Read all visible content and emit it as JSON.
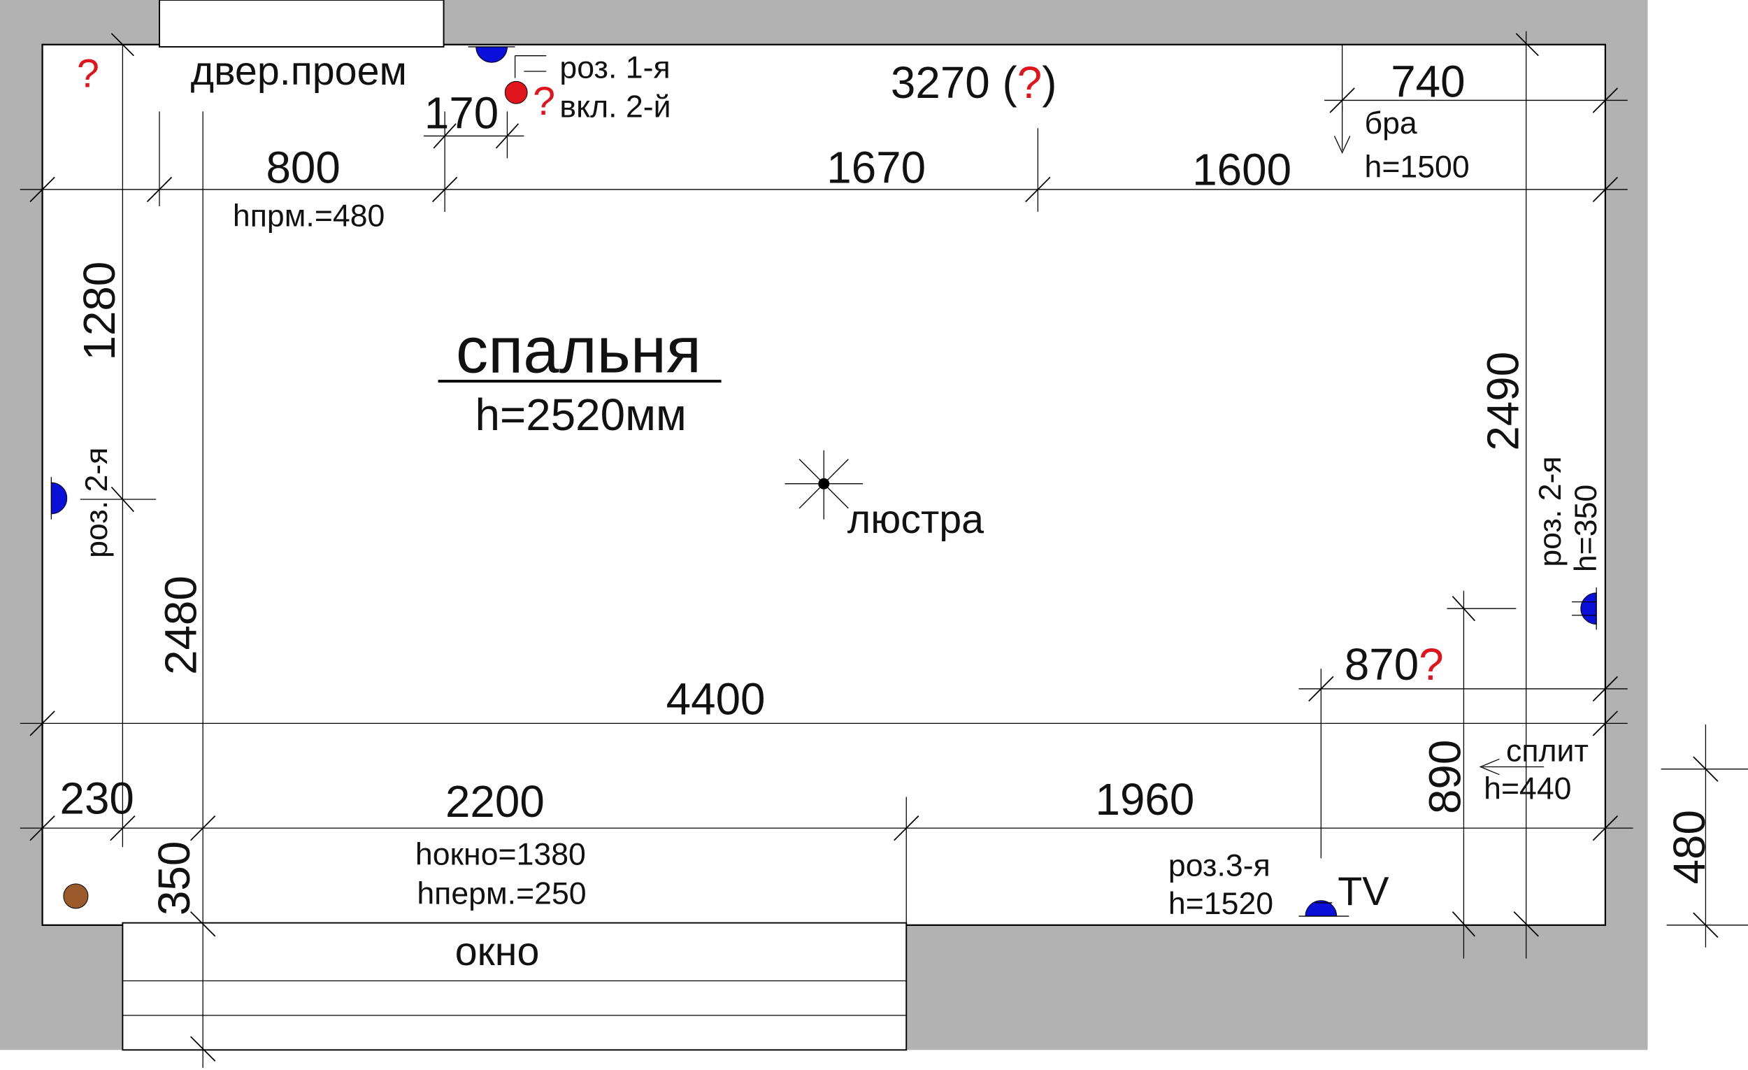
{
  "room": {
    "name": "спальня",
    "height": "h=2520мм"
  },
  "doorway": {
    "label": "двер.проем",
    "height": "hпрм.=480",
    "question_mark": "?"
  },
  "top_fixtures": {
    "socket_label": "роз. 1-я",
    "switch_label": "вкл. 2-й",
    "switch_question": "?"
  },
  "sconce": {
    "label": "бра",
    "height": "h=1500"
  },
  "chandelier": {
    "label": "люстра"
  },
  "left_socket": {
    "label": "роз. 2-я"
  },
  "right_socket": {
    "label": "роз. 2-я",
    "height": "h=350"
  },
  "split_ac": {
    "label": "сплит",
    "height": "h=440"
  },
  "tv_socket": {
    "label": "роз.3-я",
    "height": "h=1520",
    "tv_label": "TV"
  },
  "window": {
    "label": "окно",
    "height": "hокно=1380",
    "sill": "hперм.=250"
  },
  "dimensions": {
    "top_total": "3270 (",
    "top_total_q": "?",
    "top_total_close": ")",
    "top_right": "740",
    "top_170": "170",
    "d800": "800",
    "d1670": "1670",
    "d1600": "1600",
    "left_1280": "1280",
    "left_2480": "2480",
    "right_2490": "2490",
    "d870": "870",
    "d870_q": "?",
    "d4400": "4400",
    "d890": "890",
    "d230": "230",
    "d2200": "2200",
    "d1960": "1960",
    "d350": "350",
    "right_480": "480"
  },
  "colors": {
    "wall": "#b2b2b2",
    "socket_blue": "#0a10d8",
    "switch_red": "#e0141b",
    "question_red": "#e0141b",
    "pipe_brown": "#9b5a2b"
  }
}
